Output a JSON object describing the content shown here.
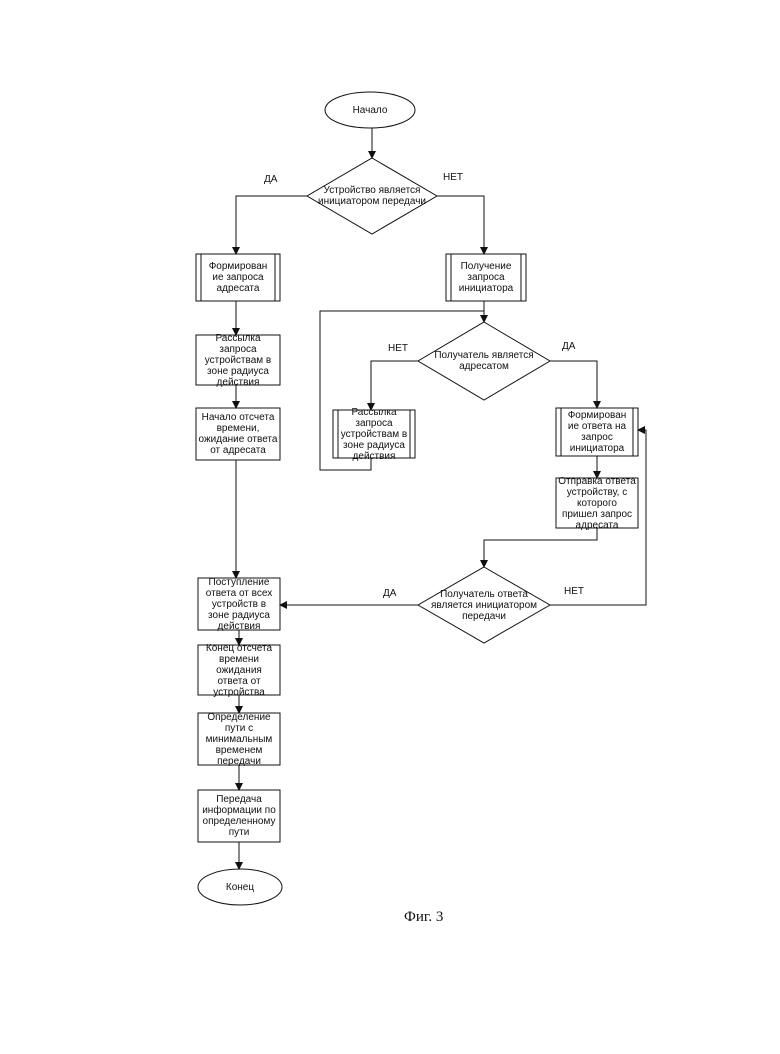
{
  "nodes": {
    "start": "Начало",
    "is_initiator": "Устройство является инициатором передачи",
    "form_request": "Формирован ие запроса адресата",
    "receive_request": "Получение запроса инициатора",
    "broadcast_left": "Рассылка запроса устройствам в зоне радиуса действия",
    "recipient_is_addressee": "Получатель является адресатом",
    "timer_start": "Начало отсчета времени, ожидание ответа от адресата",
    "broadcast_mid": "Рассылка запроса устройствам в зоне радиуса действия",
    "form_response": "Формирован ие ответа на запрос инициатора",
    "send_response": "Отправка ответа устройству, с которого пришел запрос адресата",
    "response_receiver_is_initiator": "Получатель ответа является инициатором передачи",
    "responses_received": "Поступление ответа от всех устройств в зоне радиуса действия",
    "timer_end": "Конец отсчета времени ожидания ответа от устройства",
    "determine_path": "Определение пути с минимальным временем передачи",
    "transmit": "Передача информации по определенному пути",
    "end": "Конец"
  },
  "labels": {
    "yes": "ДА",
    "no": "НЕТ"
  },
  "caption": "Фиг. 3"
}
